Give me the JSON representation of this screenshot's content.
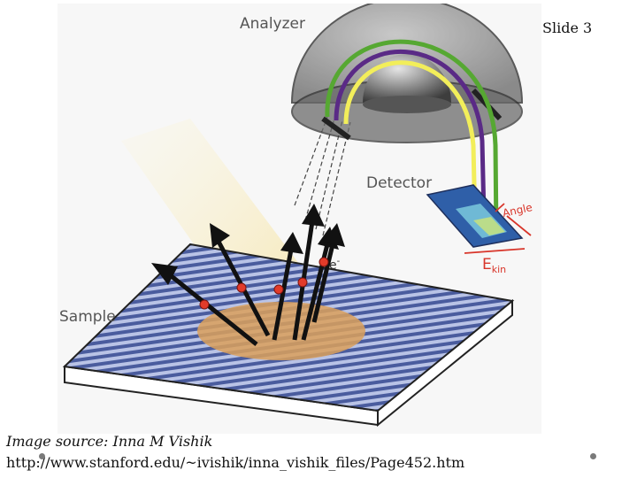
{
  "slide": {
    "number_label": "Slide 3"
  },
  "diagram": {
    "labels": {
      "analyzer": "Analyzer",
      "detector": "Detector",
      "sample": "Sample",
      "angle": "Angle",
      "ekin_main": "E",
      "ekin_sub": "kin",
      "electron": "e",
      "electron_sup": "-"
    },
    "colors": {
      "beam": "#f6e9b8",
      "sample_stripe_dark": "#4a5c9e",
      "sample_stripe_light": "#b9c3e6",
      "spot": "#dba05a",
      "dome": "#8c8c8c",
      "trajectory_green": "#56a832",
      "trajectory_purple": "#5a2a86",
      "trajectory_yellow": "#f2ee5a",
      "electron_marker": "#e23b2a",
      "annotation_red": "#d8352a"
    }
  },
  "caption": {
    "source": "Image source: Inna M Vishik",
    "url": "http://www.stanford.edu/~ivishik/inna_vishik_files/Page452.htm"
  }
}
